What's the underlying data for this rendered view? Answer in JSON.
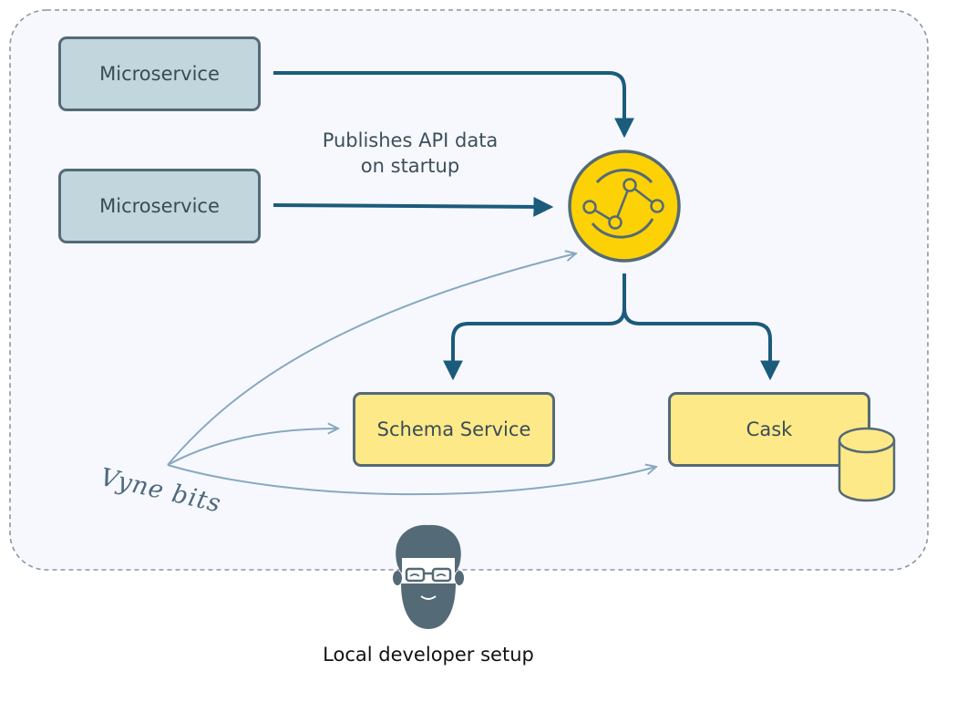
{
  "nodes": {
    "microservice_1": "Microservice",
    "microservice_2": "Microservice",
    "schema_service": "Schema Service",
    "cask": "Cask"
  },
  "annotations": {
    "publishes_line1": "Publishes API data",
    "publishes_line2": "on startup",
    "vyne_bits": "Vyne bits"
  },
  "caption": "Local developer setup",
  "colors": {
    "boundary": "#8a97a3",
    "boundary_fill": "#f7f8fe",
    "microservice_fill": "#c2d6dd",
    "yellow_fill": "#fde987",
    "hub_fill": "#fcd106",
    "arrow_dark": "#1b5b7c",
    "arrow_light": "#87a9be",
    "outline": "#546a77"
  },
  "icons": {
    "hub": "vyne-network-icon",
    "database": "database-cylinder-icon",
    "developer": "bearded-developer-avatar-icon"
  }
}
